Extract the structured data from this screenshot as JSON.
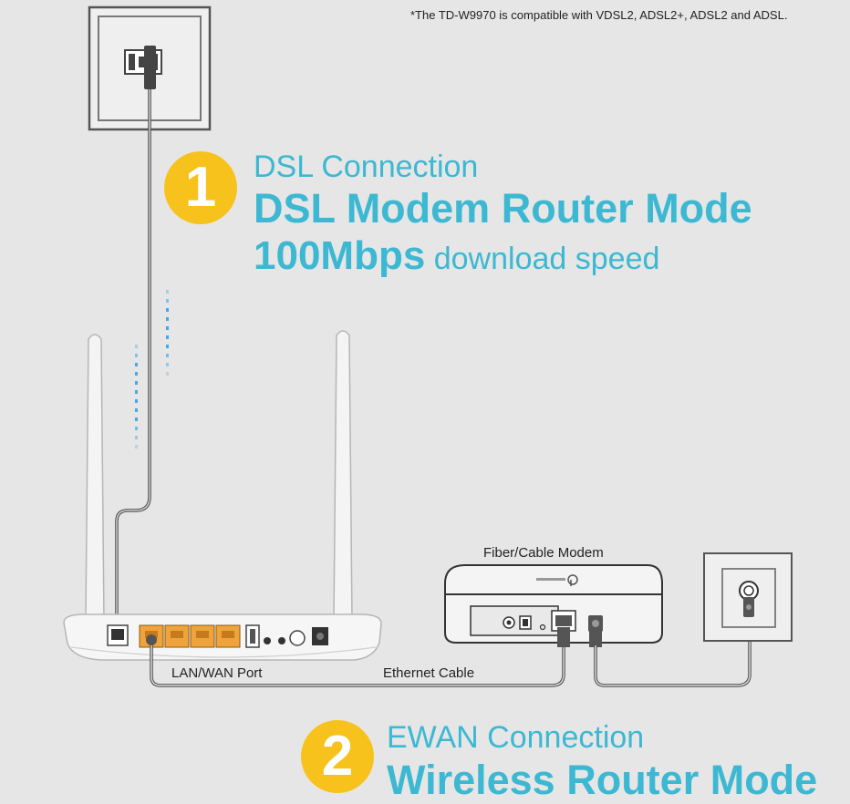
{
  "footnote": "*The TD-W9970 is compatible with VDSL2, ADSL2+, ADSL2 and ADSL.",
  "section1": {
    "number": "1",
    "subtitle": "DSL Connection",
    "title": "DSL Modem Router Mode",
    "speed_value": "100Mbps",
    "speed_text": " download speed"
  },
  "section2": {
    "number": "2",
    "subtitle": "EWAN Connection",
    "title": "Wireless Router Mode"
  },
  "labels": {
    "modem": "Fiber/Cable Modem",
    "lan_wan_port": "LAN/WAN Port",
    "ethernet_cable": "Ethernet Cable"
  },
  "colors": {
    "accent_blue": "#3cb8d2",
    "badge_yellow": "#f7c21b",
    "port_orange": "#f0a33a",
    "signal_blue": "#4aa6ea",
    "background": "#e6e6e6"
  },
  "icons": [
    "phone-jack-icon",
    "coax-outlet-icon",
    "tp-link-logo-icon",
    "wifi-signal-icon"
  ]
}
